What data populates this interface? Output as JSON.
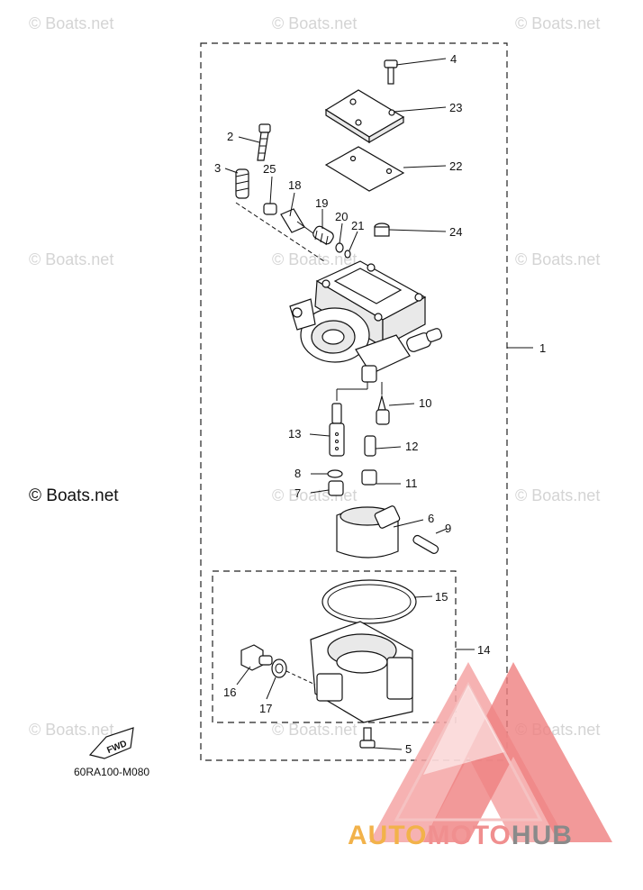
{
  "watermark_text": "© Boats.net",
  "main_watermark_text": "© Boats.net",
  "diagram_code": "60RA100-M080",
  "fwd_label": "FWD",
  "brand": {
    "part1": "AUTO",
    "part2": "MOTO",
    "part3": "HUB"
  },
  "callouts": [
    "1",
    "2",
    "3",
    "4",
    "5",
    "6",
    "7",
    "8",
    "9",
    "10",
    "11",
    "12",
    "13",
    "14",
    "15",
    "16",
    "17",
    "18",
    "19",
    "20",
    "21",
    "22",
    "23",
    "24",
    "25"
  ],
  "colors": {
    "brand_red": "#f08f8f",
    "brand_orange": "#f2b24a",
    "brand_gray": "#8a8a8a"
  }
}
